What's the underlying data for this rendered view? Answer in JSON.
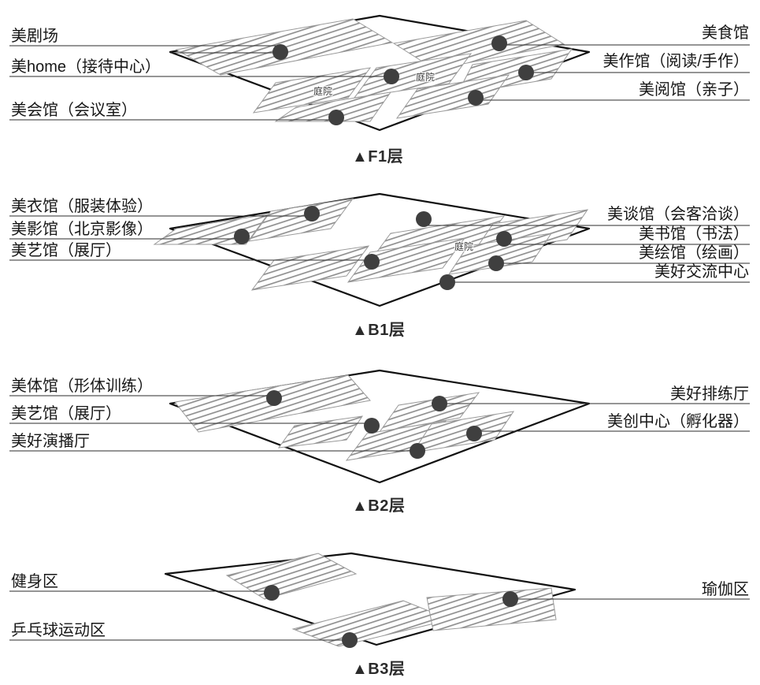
{
  "diagram": {
    "type": "isometric-floor-guide",
    "floor_count": 4,
    "courtyard_label": "庭院",
    "colors": {
      "outline": "#111111",
      "hatch_stroke": "#8c8c8c",
      "marker": "#3f3f3f",
      "leader_line": "#2b2b2b",
      "text": "#171717",
      "background": "#ffffff"
    }
  },
  "floors": [
    {
      "id": "f1",
      "caption": "▲F1层",
      "left_labels": [
        {
          "text": "美剧场"
        },
        {
          "text": "美home（接待中心）"
        },
        {
          "text": "美会馆（会议室）"
        }
      ],
      "right_labels": [
        {
          "text": "美食馆"
        },
        {
          "text": "美作馆（阅读/手作）"
        },
        {
          "text": "美阅馆（亲子）"
        }
      ],
      "courtyards": [
        {
          "text": "庭院"
        },
        {
          "text": "庭院"
        }
      ],
      "marker_count": 6
    },
    {
      "id": "b1",
      "caption": "▲B1层",
      "left_labels": [
        {
          "text": "美衣馆（服装体验）"
        },
        {
          "text": "美影馆（北京影像）"
        },
        {
          "text": "美艺馆（展厅）"
        }
      ],
      "right_labels": [
        {
          "text": "美谈馆（会客洽谈）"
        },
        {
          "text": "美书馆（书法）"
        },
        {
          "text": "美绘馆（绘画）"
        },
        {
          "text": "美好交流中心"
        }
      ],
      "courtyards": [
        {
          "text": "庭院"
        }
      ],
      "marker_count": 7
    },
    {
      "id": "b2",
      "caption": "▲B2层",
      "left_labels": [
        {
          "text": "美体馆（形体训练）"
        },
        {
          "text": "美艺馆（展厅）"
        },
        {
          "text": "美好演播厅"
        }
      ],
      "right_labels": [
        {
          "text": "美好排练厅"
        },
        {
          "text": "美创中心（孵化器）"
        }
      ],
      "courtyards": [],
      "marker_count": 5
    },
    {
      "id": "b3",
      "caption": "▲B3层",
      "left_labels": [
        {
          "text": "健身区"
        },
        {
          "text": "乒乓球运动区"
        }
      ],
      "right_labels": [
        {
          "text": "瑜伽区"
        }
      ],
      "courtyards": [],
      "marker_count": 3
    }
  ]
}
